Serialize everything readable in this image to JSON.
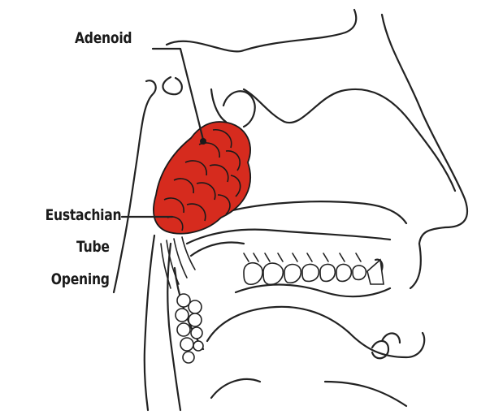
{
  "diagram": {
    "labels": {
      "adenoid": "Adenoid",
      "eustachian_line1": "Eustachian",
      "eustachian_line2": "Tube",
      "eustachian_line3": "Opening"
    },
    "colors": {
      "adenoid_fill": "#d62b1e",
      "outline": "#222222",
      "background": "#ffffff"
    }
  }
}
